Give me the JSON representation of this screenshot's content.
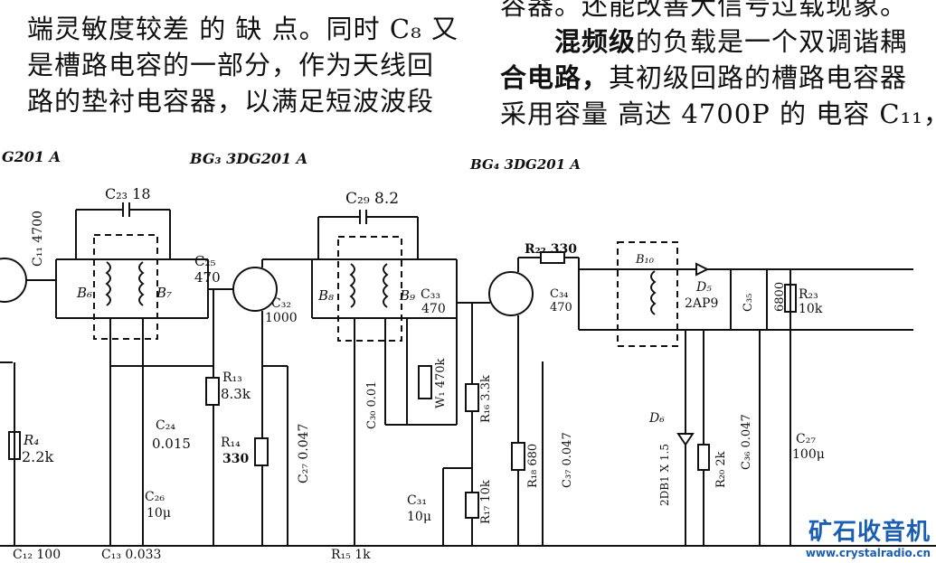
{
  "text": {
    "left_lines": [
      "端灵敏度较差 的 缺 点。同时 C₈ 又",
      "是槽路电容的一部分，作为天线回",
      "路的垫衬电容器，以满足短波波段"
    ],
    "right_top_line": "容器。还能改善大信号过载现象。",
    "right_line1_bold": "混频级",
    "right_line1_rest": "的负载是一个双调谐耦",
    "right_line2_bold": "合电路，",
    "right_line2_rest": "其初级回路的槽路电容器",
    "right_line3": "采用容量 高达 4700P 的 电容 C₁₁，"
  },
  "schematic": {
    "transistors": {
      "bg1": "G201 A",
      "bg3": "BG₃ 3DG201 A",
      "bg4": "BG₄ 3DG201 A"
    },
    "labels": {
      "c23": "C₂₃ 18",
      "c11": "C₁₁ 4700",
      "b6": "B₆",
      "b7": "B₇",
      "c25_name": "C₂₅",
      "c25_val": "470",
      "c29": "C₂₉ 8.2",
      "c32_name": "C₃₂",
      "c32_val": "1000",
      "b8": "B₈",
      "b9": "B₉",
      "c33_name": "C₃₃",
      "c33_val": "470",
      "r22": "R₂₂ 330",
      "b10": "B₁₀",
      "c34_name": "C₃₄",
      "c34_val": "470",
      "d5_name": "D₅",
      "d5_val": "2AP9",
      "c35": "C₃₅",
      "c35_val": "6800",
      "r23_name": "R₂₃",
      "r23_val": "10k",
      "r4_name": "R₄",
      "r4_val": "2.2k",
      "r13_name": "R₁₃",
      "r13_val": "8.3k",
      "c24_name": "C₂₄",
      "c24_val": "0.015",
      "r14_name": "R₁₄",
      "r14_val": "330",
      "c26_name": "C₂₆",
      "c26_val": "10μ",
      "c27": "C₂₇ 0.047",
      "c30": "C₃₀ 0.01",
      "w1": "W₁ 470k",
      "r16": "R₁₆ 3.3k",
      "c31_name": "C₃₁",
      "c31_val": "10μ",
      "r17": "R₁₇ 10k",
      "r18": "R₁₈ 680",
      "c37": "C₃₇ 0.047",
      "d6": "D₆",
      "d6_note": "2DB1 X 1.5",
      "r20": "R₂₀ 2k",
      "c36": "C₃₆ 0.047",
      "c27b_name": "C₂₇",
      "c27b_val": "100μ",
      "c12": "C₁₂ 100",
      "c13": "C₁₃ 0.033",
      "r15": "R₁₅ 1k"
    }
  },
  "watermark": {
    "cn": "矿石收音机",
    "url": "www.crystalradio.cn"
  }
}
